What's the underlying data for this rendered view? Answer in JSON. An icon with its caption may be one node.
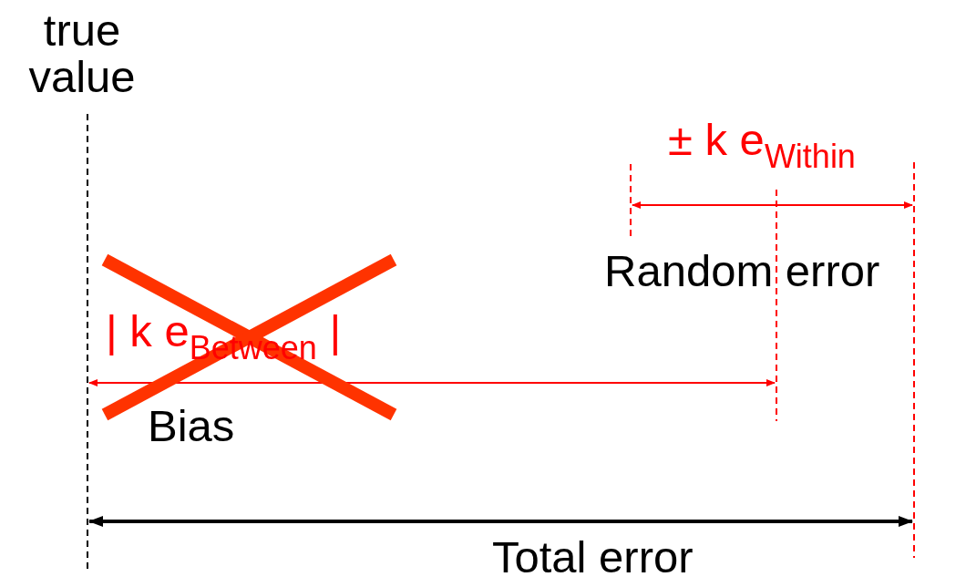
{
  "diagram": {
    "labels": [
      "true value",
      "± k e$_{Within}$",
      "Random error",
      "| k e$_{Between}$ |",
      "Bias",
      "Total error"
    ]
  }
}
